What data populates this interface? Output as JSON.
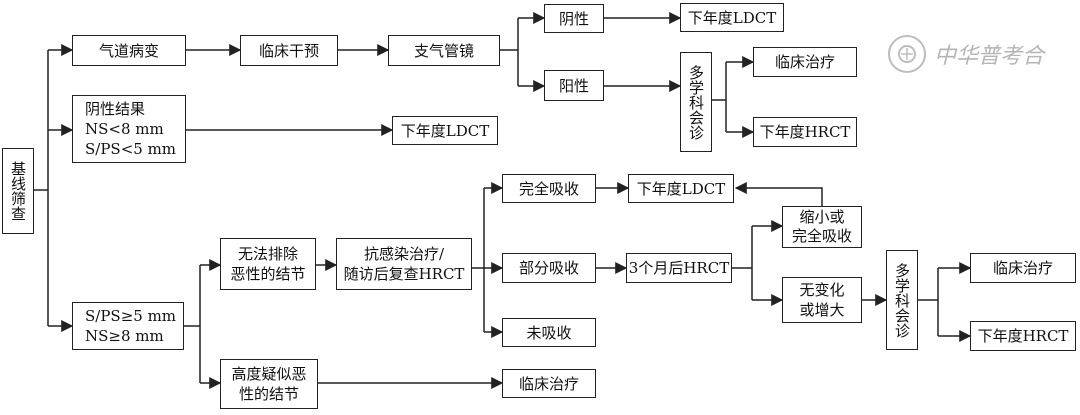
{
  "nodes": {
    "baseline": "基线筛查",
    "airway": "气道病变",
    "clinical_intervention": "临床干预",
    "bronchoscopy": "支气管镜",
    "negative": "阴性",
    "positive": "阳性",
    "ldct_after_negative": "下年度LDCT",
    "mdt_top": "多学科会诊",
    "treat_top": "临床治疗",
    "hrct_top": "下年度HRCT",
    "neg_result": [
      "阴性结果",
      "NS<8 mm",
      "S/PS<5 mm"
    ],
    "ldct_neg_result": "下年度LDCT",
    "large_nodule": [
      "S/PS≥5 mm",
      "NS≥8 mm"
    ],
    "cannot_exclude": [
      "无法排除",
      "恶性的结节"
    ],
    "antiinfection": [
      "抗感染治疗/",
      "随访后复查HRCT"
    ],
    "complete_absorb": "完全吸收",
    "ldct_complete": "下年度LDCT",
    "partial_absorb": "部分吸收",
    "hrct_3month": "3个月后HRCT",
    "shrink": [
      "缩小或",
      "完全吸收"
    ],
    "unchanged": [
      "无变化",
      "或增大"
    ],
    "mdt_bottom": "多学科会诊",
    "treat_bottom": "临床治疗",
    "hrct_bottom": "下年度HRCT",
    "no_absorb": "未吸收",
    "highly_suspect": [
      "高度疑似恶",
      "性的结节"
    ],
    "treat_suspect": "临床治疗"
  },
  "watermark": {
    "text": "中华普考合",
    "icon": "seal-icon"
  },
  "colors": {
    "line": "#222222",
    "border": "#222222",
    "text": "#111111",
    "watermark": "#b5b5b5"
  }
}
